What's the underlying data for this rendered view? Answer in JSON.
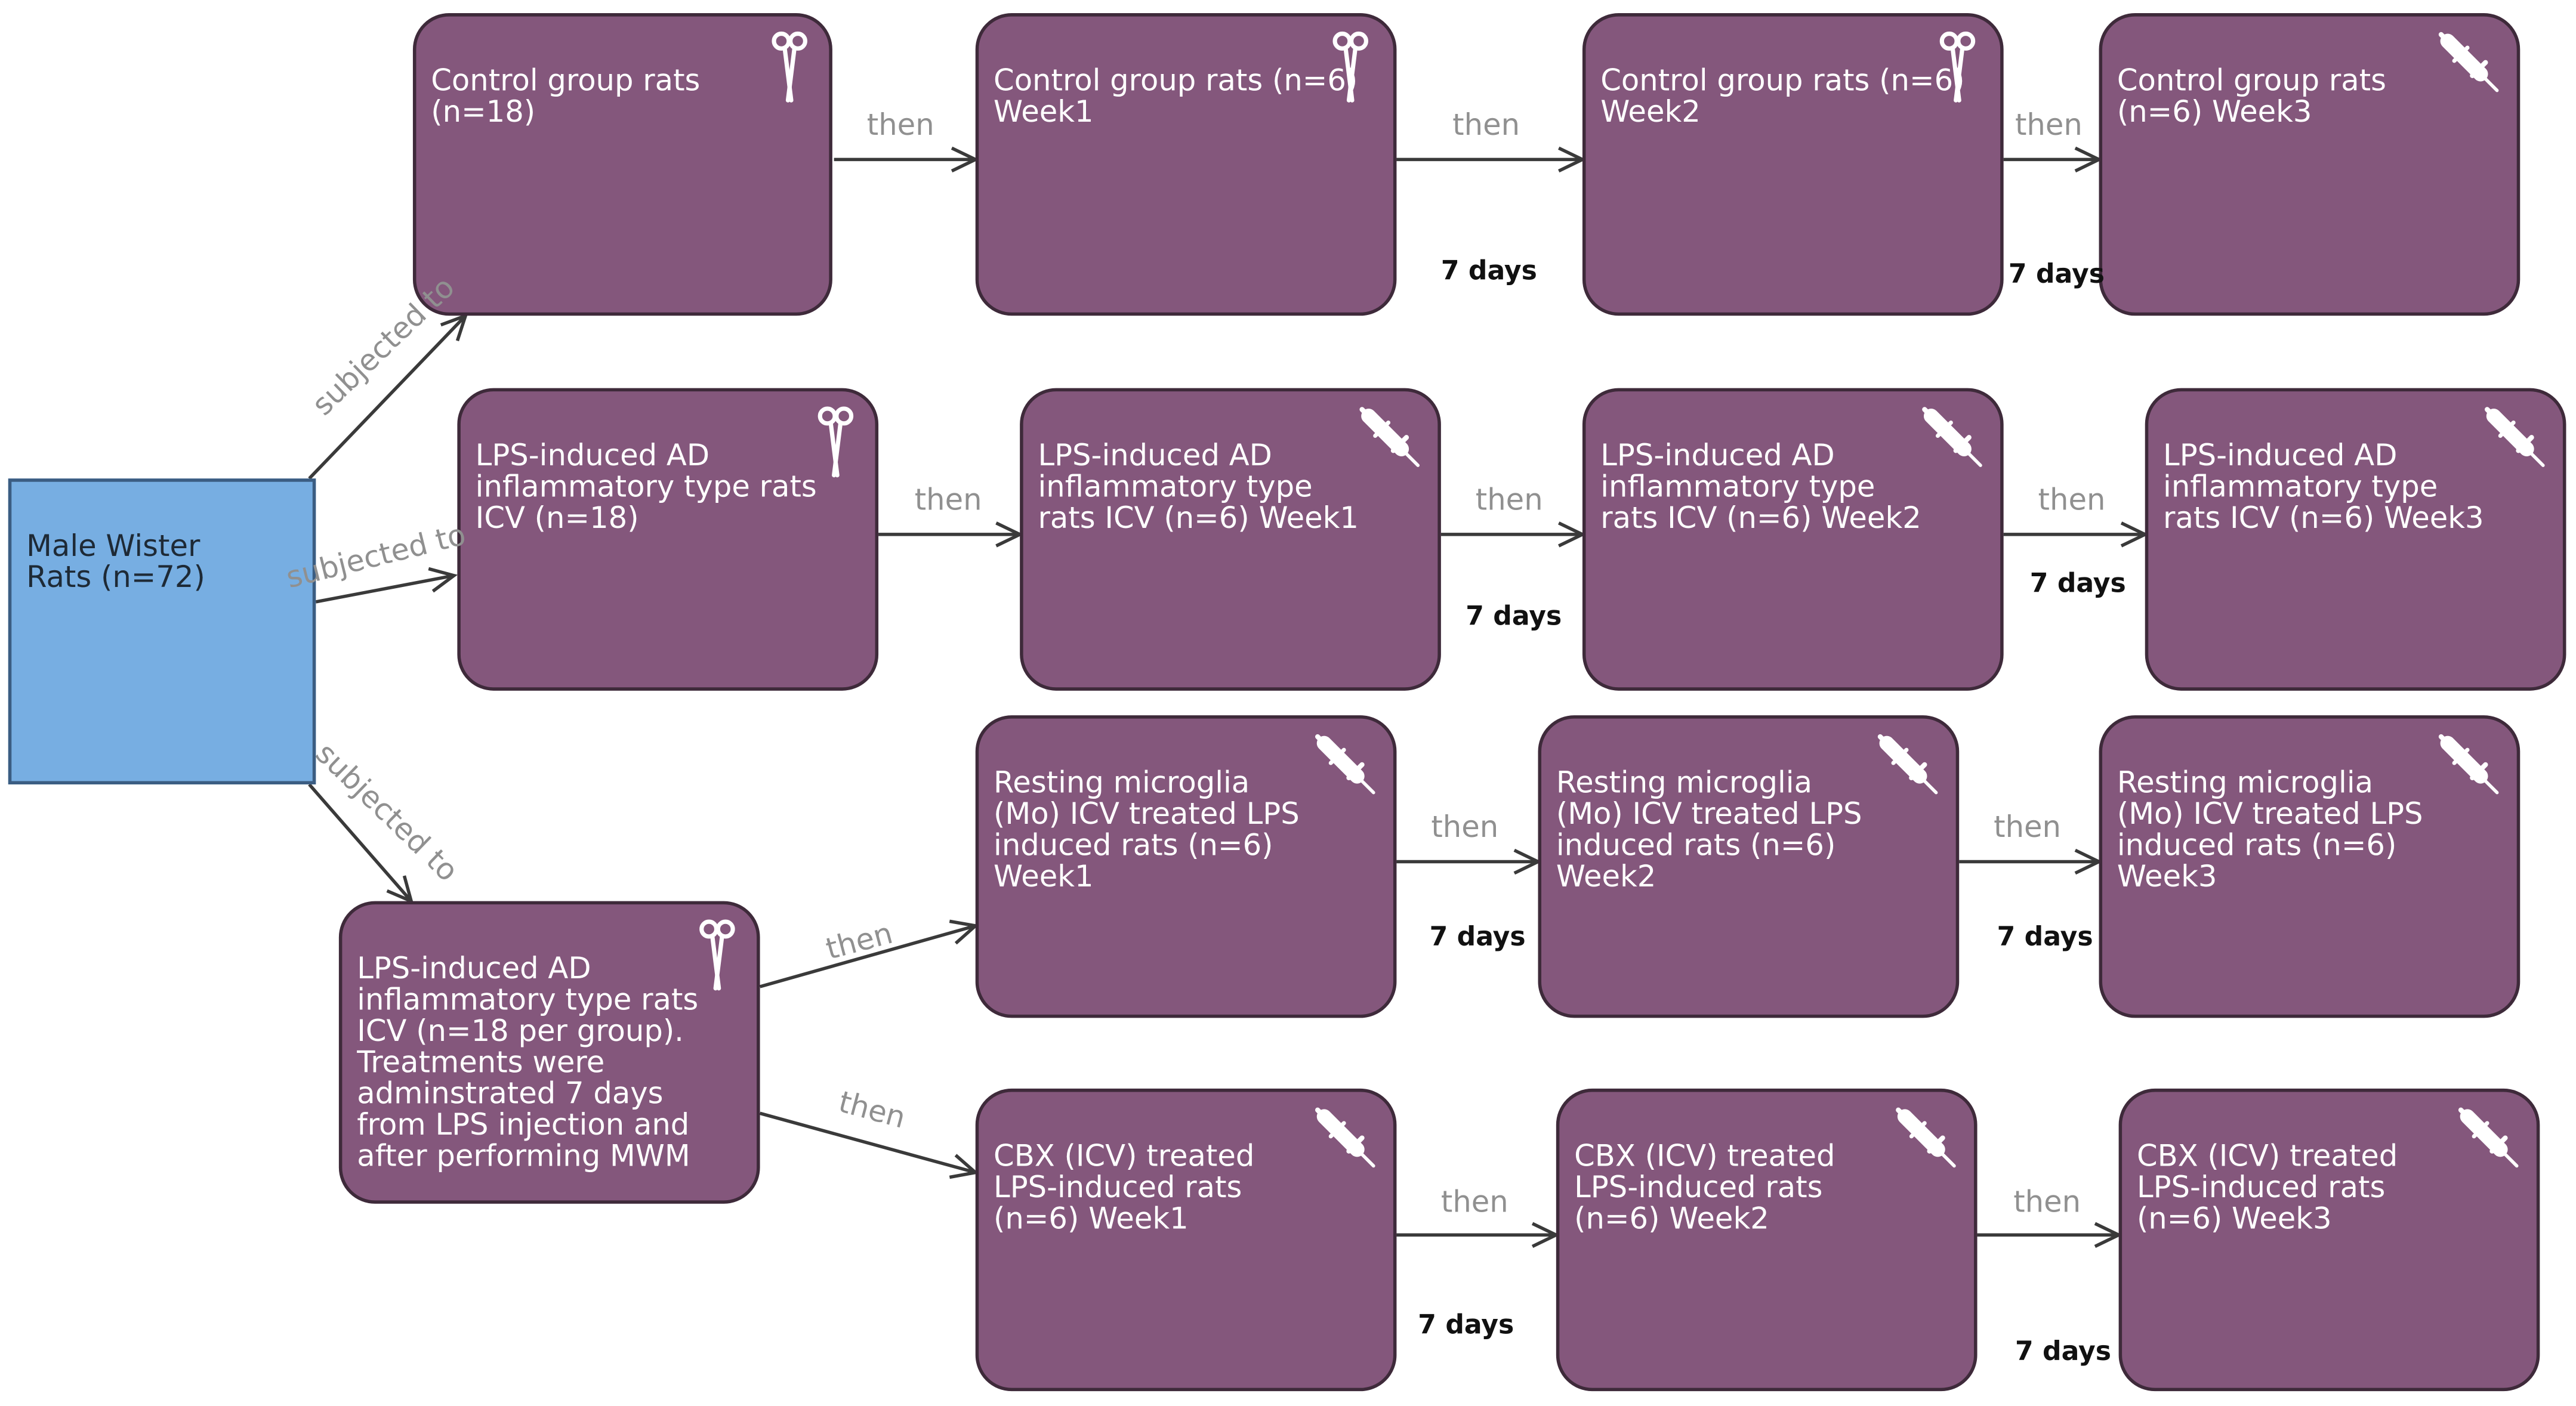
{
  "colors": {
    "process_fill": "#84577c",
    "process_border": "#3e2a3a",
    "source_fill": "#77aee2",
    "arrow": "#3a3a3a",
    "edge_label": "#909090"
  },
  "nodes": {
    "source": "Male Wister\nRats (n=72)",
    "ctrl_0": "Control group rats\n(n=18)",
    "ctrl_1": "Control group rats (n=6)\nWeek1",
    "ctrl_2": "Control group rats (n=6)\nWeek2",
    "ctrl_3": "Control group rats\n(n=6) Week3",
    "lps_0": "LPS-induced AD\ninflammatory type rats\nICV (n=18)",
    "lps_1": "LPS-induced AD\ninflammatory type\nrats ICV (n=6) Week1",
    "lps_2": "LPS-induced AD\ninflammatory type\nrats ICV (n=6) Week2",
    "lps_3": "LPS-induced AD\ninflammatory type\nrats ICV (n=6) Week3",
    "treat_0": "LPS-induced AD\ninflammatory type rats\nICV (n=18 per group).\nTreatments were\nadminstrated 7 days\nfrom LPS injection and\nafter performing MWM",
    "mo_1": "Resting microglia\n(Mo) ICV treated LPS\ninduced rats (n=6)\nWeek1",
    "mo_2": "Resting microglia\n(Mo) ICV treated LPS\ninduced rats (n=6)\nWeek2",
    "mo_3": "Resting microglia\n(Mo) ICV treated LPS\ninduced rats (n=6)\nWeek3",
    "cbx_1": "CBX (ICV) treated\nLPS-induced rats\n(n=6) Week1",
    "cbx_2": "CBX (ICV) treated\nLPS-induced rats\n(n=6) Week2",
    "cbx_3": "CBX (ICV) treated\nLPS-induced rats\n(n=6) Week3"
  },
  "icons": {
    "ctrl_0": "scissors-icon",
    "ctrl_1": "scissors-icon",
    "ctrl_2": "scissors-icon",
    "ctrl_3": "syringe-icon",
    "lps_0": "scissors-icon",
    "lps_1": "syringe-icon",
    "lps_2": "syringe-icon",
    "lps_3": "syringe-icon",
    "treat_0": "scissors-icon",
    "mo_1": "syringe-icon",
    "mo_2": "syringe-icon",
    "mo_3": "syringe-icon",
    "cbx_1": "syringe-icon",
    "cbx_2": "syringe-icon",
    "cbx_3": "syringe-icon"
  },
  "edge_labels": {
    "subjected": "subjected to",
    "then": "then"
  },
  "durations": {
    "seven_days": "7 days"
  }
}
